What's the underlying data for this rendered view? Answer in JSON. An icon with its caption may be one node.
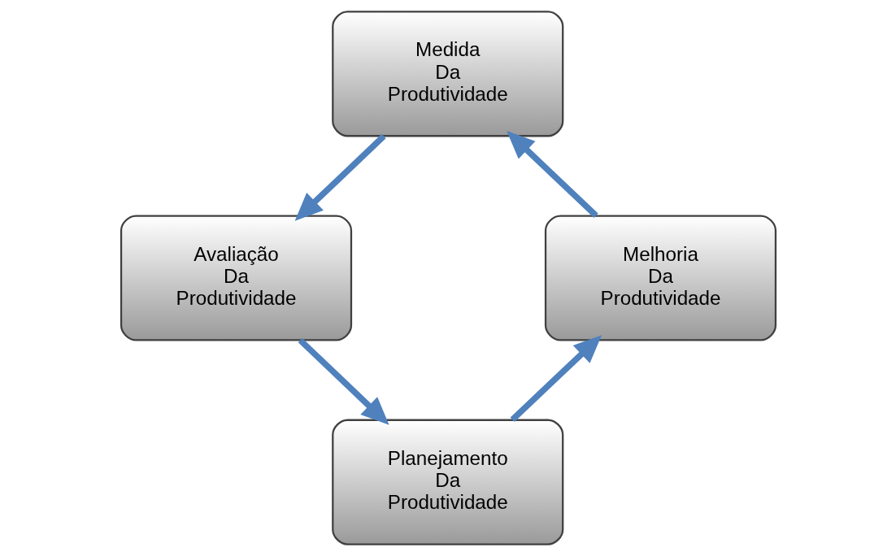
{
  "diagram": {
    "nodes": [
      {
        "text": [
          "Medida Da Produtividade"
        ]
      },
      {
        "text": [
          "Avaliação Da Produtividade"
        ]
      },
      {
        "text": [
          "Planejamento Da Produtividade"
        ]
      },
      {
        "text": [
          "Melhoria Da Produtividade"
        ]
      }
    ],
    "edges": [
      {
        "from": 0,
        "to": 1,
        "arrow": "to"
      },
      {
        "from": 1,
        "to": 2,
        "arrow": "to"
      },
      {
        "from": 2,
        "to": 3,
        "arrow": "to"
      },
      {
        "from": 3,
        "to": 0,
        "arrow": "to"
      }
    ]
  }
}
